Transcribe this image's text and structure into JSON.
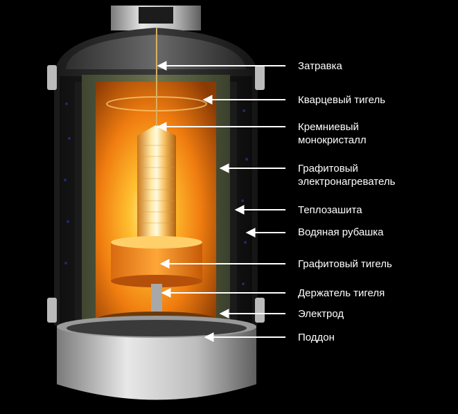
{
  "diagram": {
    "labels": [
      {
        "id": "seed",
        "lines": [
          "Затравка"
        ]
      },
      {
        "id": "crucible",
        "lines": [
          "Кварцевый тигель"
        ]
      },
      {
        "id": "crystal",
        "lines": [
          "Кремниевый",
          "монокристалл"
        ]
      },
      {
        "id": "heater",
        "lines": [
          "Графитовый",
          "электронагреватель"
        ]
      },
      {
        "id": "insulation",
        "lines": [
          "Теплозашита"
        ]
      },
      {
        "id": "jacket",
        "lines": [
          "Водяная рубашка"
        ]
      },
      {
        "id": "graphite",
        "lines": [
          "Графитовый тигель"
        ]
      },
      {
        "id": "holder",
        "lines": [
          "Держатель тигеля"
        ]
      },
      {
        "id": "electrode",
        "lines": [
          "Электрод"
        ]
      },
      {
        "id": "tray",
        "lines": [
          "Поддон"
        ]
      }
    ],
    "colors": {
      "background": "#000000",
      "melt_glow": "#ff9a1a",
      "heater": "#5a6240",
      "shell": "#c8c8c8",
      "arrow": "#ffffff",
      "text": "#ffffff"
    }
  }
}
